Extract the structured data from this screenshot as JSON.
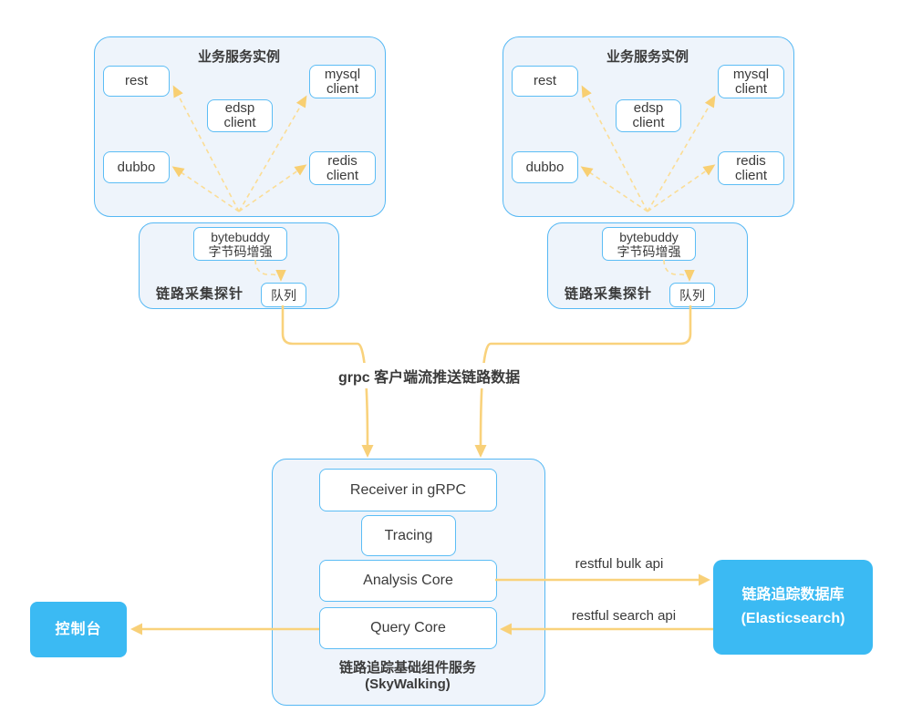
{
  "diagram": {
    "service_groups": [
      {
        "title": "业务服务实例",
        "components": {
          "rest": "rest",
          "edsp": "edsp\nclient",
          "mysql": "mysql\nclient",
          "dubbo": "dubbo",
          "redis": "redis\nclient"
        },
        "probe": {
          "label": "链路采集探针",
          "enhancer": "bytebuddy\n字节码增强",
          "queue": "队列"
        }
      },
      {
        "title": "业务服务实例",
        "components": {
          "rest": "rest",
          "edsp": "edsp\nclient",
          "mysql": "mysql\nclient",
          "dubbo": "dubbo",
          "redis": "redis\nclient"
        },
        "probe": {
          "label": "链路采集探针",
          "enhancer": "bytebuddy\n字节码增强",
          "queue": "队列"
        }
      }
    ],
    "grpc_flow_label": "grpc 客户端流推送链路数据",
    "skywalking": {
      "modules": {
        "receiver": "Receiver in gRPC",
        "tracing": "Tracing",
        "analysis": "Analysis Core",
        "query": "Query Core"
      },
      "caption_line1": "链路追踪基础组件服务",
      "caption_line2": "(SkyWalking)"
    },
    "storage": {
      "line1": "链路追踪数据库",
      "line2": "(Elasticsearch)"
    },
    "console_label": "控制台",
    "edge_labels": {
      "bulk_api": "restful bulk api",
      "search_api": "restful search api"
    }
  },
  "colors": {
    "box_border_blue": "#55b8f4",
    "box_fill_light": "#eef4fb",
    "solid_node_blue": "#3bbaf3",
    "arrow_yellow": "#f9d27c",
    "arrow_dashed_yellow": "#fbdd95",
    "arrowhead_yellow": "#f8cf72",
    "text_dark": "#3b3b3b",
    "text_white": "#ffffff"
  }
}
